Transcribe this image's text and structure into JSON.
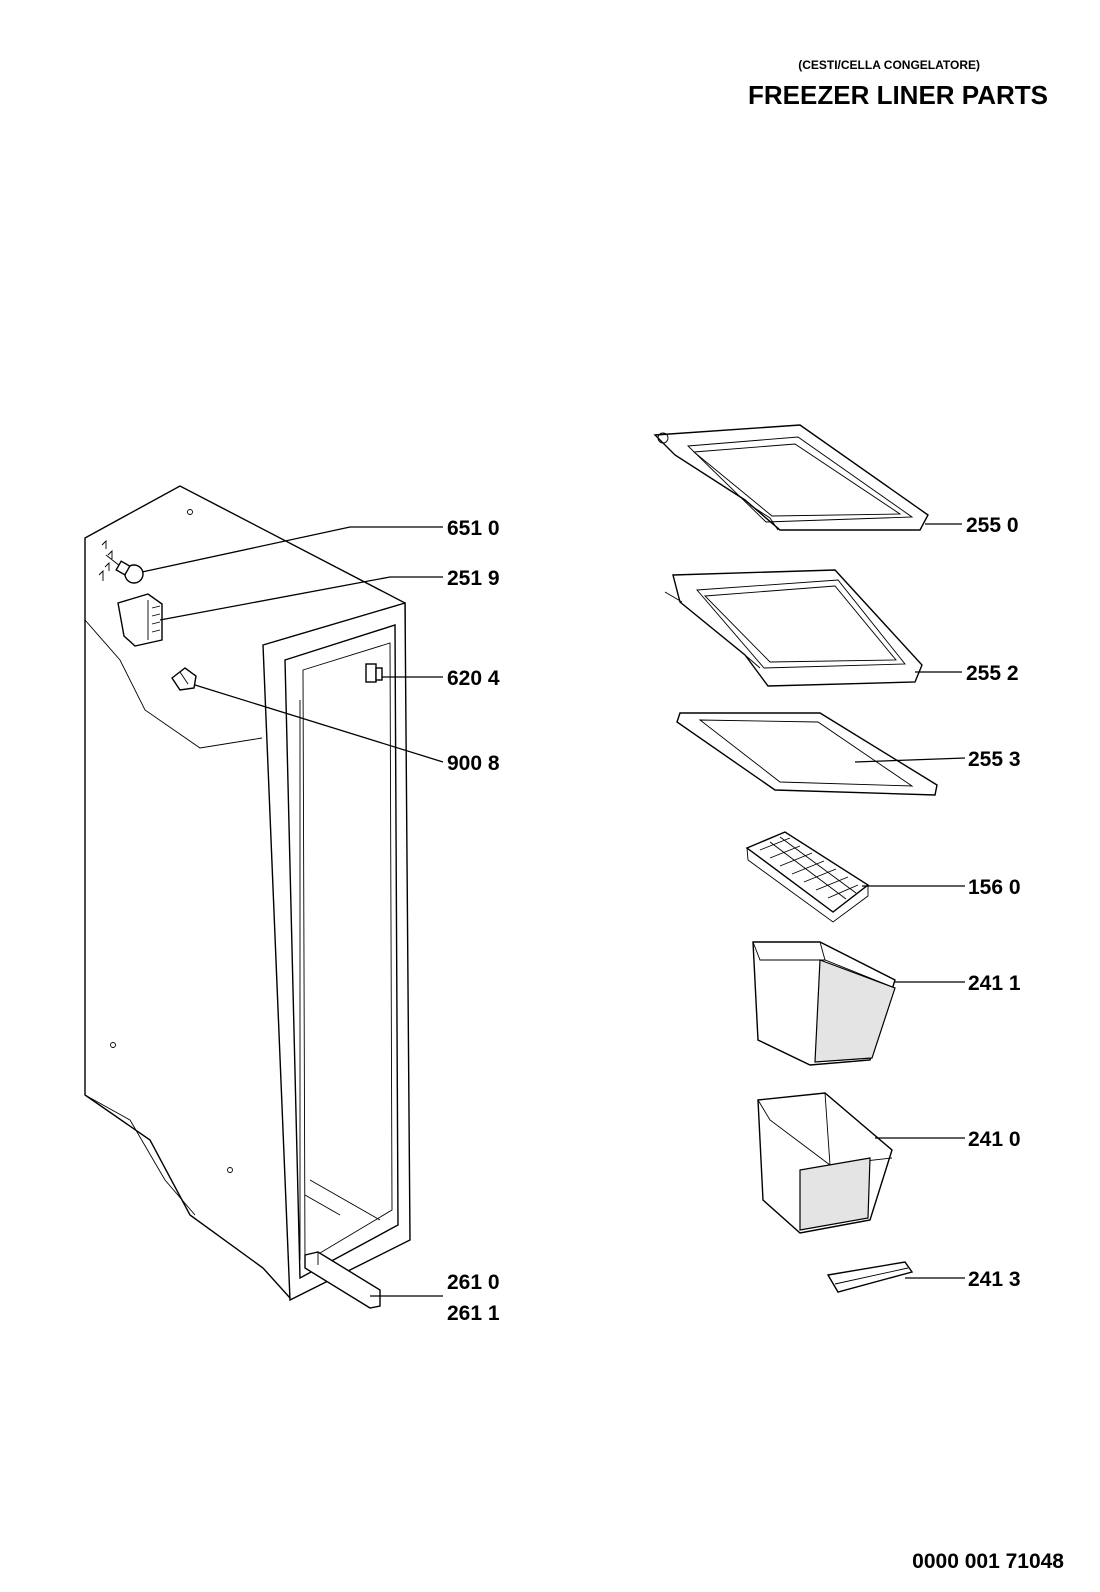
{
  "header": {
    "subtitle": "(CESTI/CELLA CONGELATORE)",
    "title": "FREEZER LINER PARTS"
  },
  "footer": {
    "doc_number": "0000 001 71048"
  },
  "labels": {
    "l6510": "651 0",
    "l2519": "251 9",
    "l6204": "620 4",
    "l9008": "900 8",
    "l2610": "261 0",
    "l2611": "261 1",
    "l2550": "255 0",
    "l2552": "255 2",
    "l2553": "255 3",
    "l1560": "156 0",
    "l2411": "241 1",
    "l2410": "241 0",
    "l2413": "241 3"
  }
}
